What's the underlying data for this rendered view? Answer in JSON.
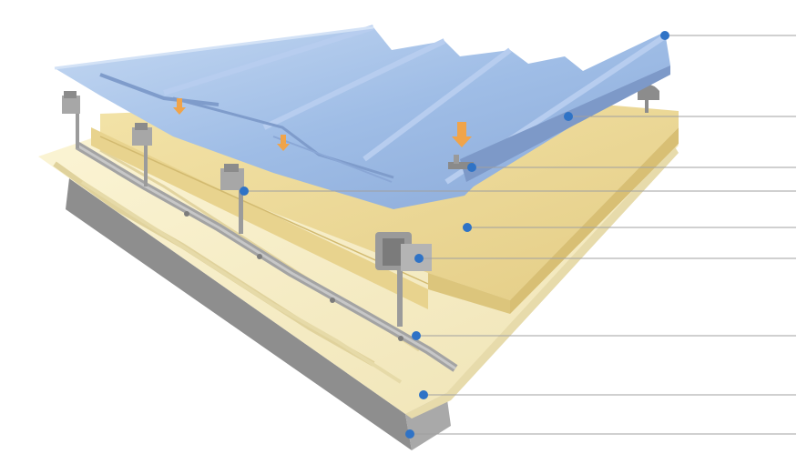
{
  "diagram": {
    "subject": "roof-system-cutaway",
    "colors": {
      "top_sheet": "#9fbde6",
      "top_sheet_dark": "#7f9ccb",
      "top_sheet_light": "#c4d8f2",
      "insulation": "#eedc9c",
      "insulation_dark": "#d9c27a",
      "liner_sheet": "#f4ecc4",
      "liner_dark": "#e2d7a6",
      "steel_edge": "#8f8f8f",
      "bracket": "#a5a5a5",
      "callout_dot": "#2f73c6",
      "leader_line": "#a0a0a0",
      "arrow": "#f0a44a"
    },
    "callouts": [
      {
        "name": "callout-top-sheet-ridge"
      },
      {
        "name": "callout-top-sheet-surface"
      },
      {
        "name": "callout-clip"
      },
      {
        "name": "callout-bracket-upper"
      },
      {
        "name": "callout-insulation"
      },
      {
        "name": "callout-halter-bracket"
      },
      {
        "name": "callout-rail"
      },
      {
        "name": "callout-liner-sheet"
      },
      {
        "name": "callout-steel-edge"
      }
    ]
  }
}
